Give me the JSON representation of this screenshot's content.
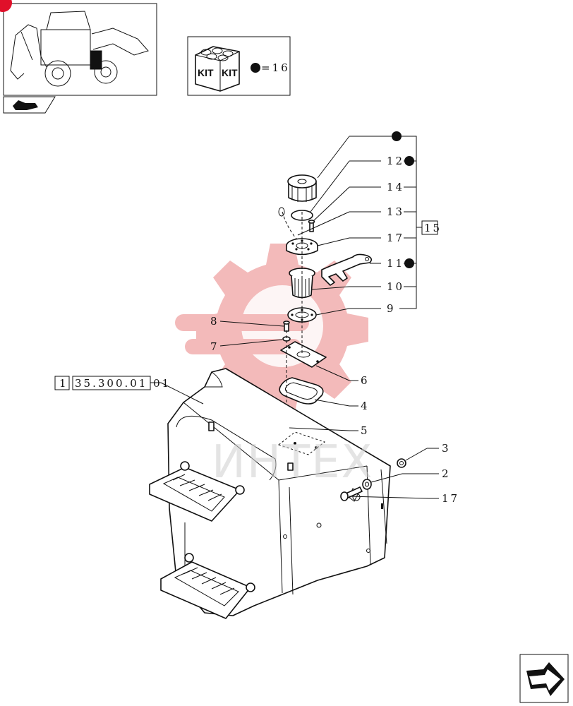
{
  "kit_box": {
    "kit_text_1": "KIT",
    "kit_text_2": "KIT",
    "equals_text": "=16"
  },
  "reference_box": {
    "index": "1",
    "code": "35.300.01 01"
  },
  "group_box": {
    "label": "15"
  },
  "callouts": [
    {
      "id": "c12",
      "label": "12",
      "kit": true
    },
    {
      "id": "c14",
      "label": "14",
      "kit": false
    },
    {
      "id": "c13",
      "label": "13",
      "kit": false
    },
    {
      "id": "c17a",
      "label": "17",
      "kit": false
    },
    {
      "id": "c11",
      "label": "11",
      "kit": true
    },
    {
      "id": "c10",
      "label": "10",
      "kit": false
    },
    {
      "id": "c9",
      "label": "9",
      "kit": false
    },
    {
      "id": "c8",
      "label": "8",
      "kit": false
    },
    {
      "id": "c7",
      "label": "7",
      "kit": false
    },
    {
      "id": "c6",
      "label": "6",
      "kit": false
    },
    {
      "id": "c4",
      "label": "4",
      "kit": false
    },
    {
      "id": "c5",
      "label": "5",
      "kit": false
    },
    {
      "id": "c3",
      "label": "3",
      "kit": false
    },
    {
      "id": "c2",
      "label": "2",
      "kit": false
    },
    {
      "id": "c17b",
      "label": "17",
      "kit": false
    }
  ],
  "watermark": {
    "text": "ИНТЕХ"
  },
  "colors": {
    "line": "#111111",
    "watermark_red": "#f2b3b3",
    "badge_red": "#e0102a",
    "watermark_grey": "#cfcfcf"
  }
}
